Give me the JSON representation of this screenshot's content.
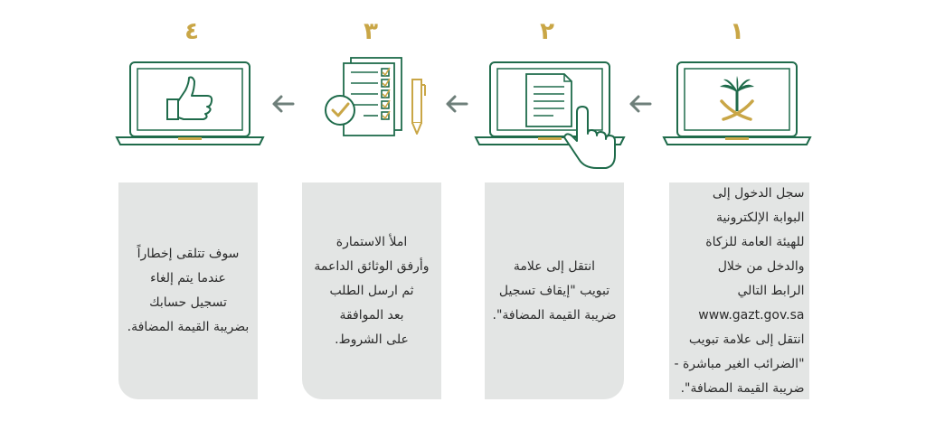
{
  "colors": {
    "green": "#1f6b4b",
    "gold": "#c9a646",
    "card_bg": "#e3e5e4",
    "arrow": "#6e7f7a"
  },
  "steps": [
    {
      "number": "١",
      "icon": "saudi-emblem-laptop-icon",
      "text": "سجل الدخول إلى\nالبوابة الإلكترونية\nللهيئة العامة للزكاة\nوالدخل من خلال\nالرابط التالي\nwww.gazt.gov.sa\nانتقل إلى علامة تبويب\n\"الضرائب الغير مباشرة -\nضريبة القيمة المضافة\"."
    },
    {
      "number": "٢",
      "icon": "document-laptop-click-icon",
      "text": "انتقل إلى علامة\nتبويب \"إيقاف تسجيل\nضريبة القيمة المضافة\"."
    },
    {
      "number": "٣",
      "icon": "checklist-form-icon",
      "text": "املأ الاستمارة\nوأرفق الوثائق الداعمة\nثم ارسل الطلب\nبعد الموافقة\nعلى الشروط."
    },
    {
      "number": "٤",
      "icon": "thumbs-up-laptop-icon",
      "text": "سوف تتلقى إخطاراً\nعندما يتم إلغاء\nتسجيل حسابك\nبضريبة القيمة المضافة."
    }
  ]
}
